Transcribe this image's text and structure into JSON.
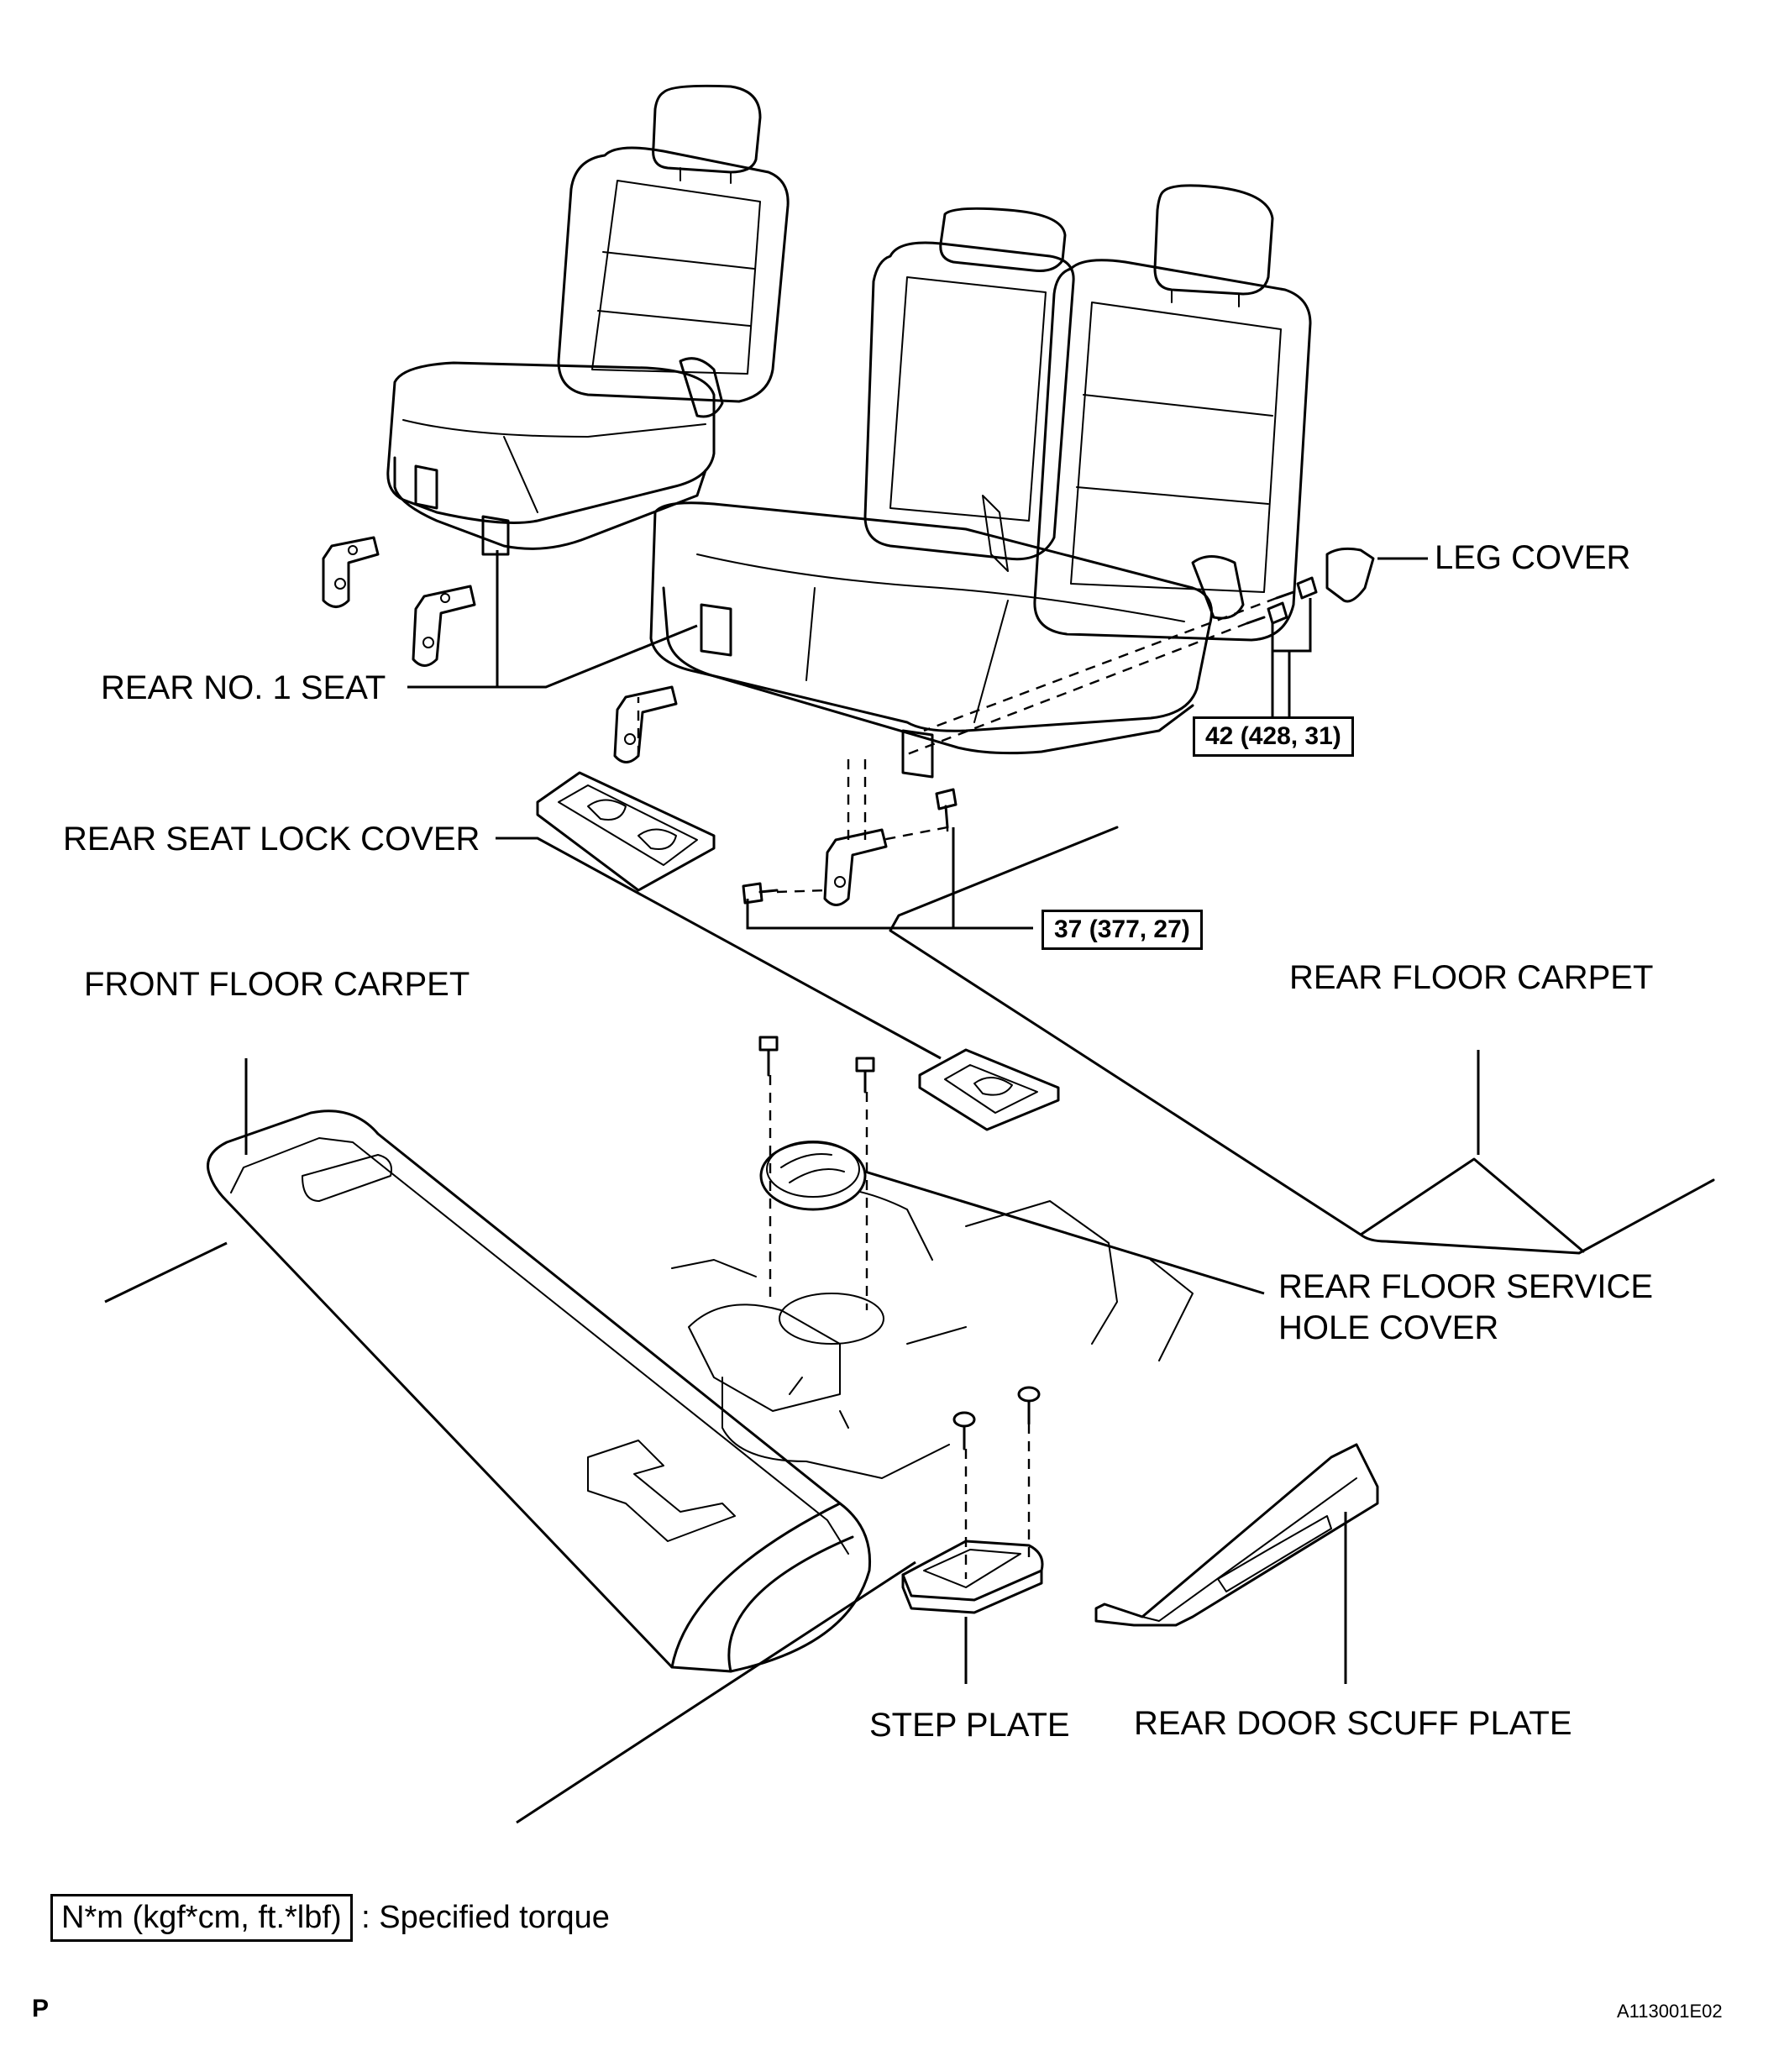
{
  "labels": {
    "leg_cover": "LEG COVER",
    "rear_no1_seat": "REAR NO. 1 SEAT",
    "rear_seat_lock_cover": "REAR SEAT LOCK COVER",
    "front_floor_carpet": "FRONT FLOOR CARPET",
    "rear_floor_carpet": "REAR FLOOR CARPET",
    "rear_floor_service_hole_cover_line1": "REAR FLOOR SERVICE",
    "rear_floor_service_hole_cover_line2": "HOLE COVER",
    "step_plate": "STEP PLATE",
    "rear_door_scuff_plate": "REAR DOOR SCUFF PLATE"
  },
  "torques": {
    "seat_bolt": "42 (428, 31)",
    "bracket_bolt": "37 (377, 27)"
  },
  "legend": {
    "unit_box": "N*m (kgf*cm, ft.*lbf)",
    "description": ": Specified torque"
  },
  "footer": {
    "page_mark": "P",
    "figure_id": "A113001E02"
  }
}
